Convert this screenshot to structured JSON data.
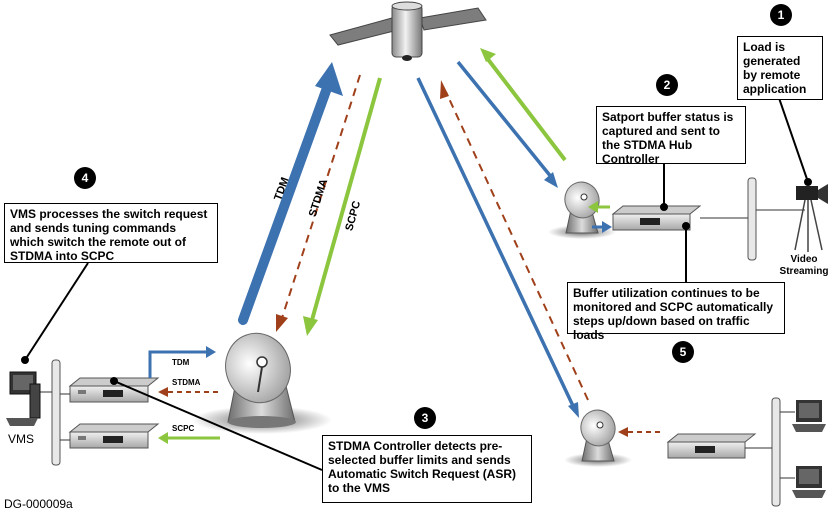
{
  "figure_id": "DG-000009a",
  "steps": {
    "s1": "1",
    "s2": "2",
    "s3": "3",
    "s4": "4",
    "s5": "5"
  },
  "callouts": {
    "c1": "Load is generated by remote application",
    "c2": "Satport buffer status is captured and sent to the STDMA Hub Controller",
    "c3": "STDMA Controller detects pre-selected buffer limits and sends Automatic Switch Request (ASR) to the VMS",
    "c4": "VMS processes the switch request and sends tuning commands which switch the remote out of STDMA into SCPC",
    "c5": "Buffer utilization continues to be monitored and SCPC automatically steps up/down based on traffic loads"
  },
  "links": {
    "tdm": "TDM",
    "stdma": "STDMA",
    "scpc": "SCPC"
  },
  "labels": {
    "vms": "VMS",
    "video": "Video Streaming"
  },
  "colors": {
    "tdm": "#3d72b0",
    "stdma": "#a0401a",
    "scpc": "#8cc63f"
  }
}
